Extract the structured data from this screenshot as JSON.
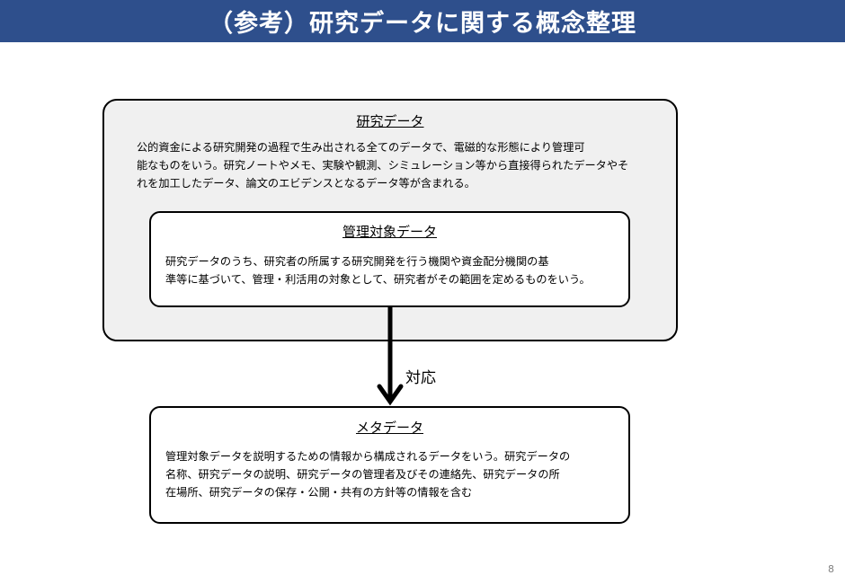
{
  "header": {
    "title": "（参考）研究データに関する概念整理"
  },
  "research_data": {
    "title": "研究データ",
    "lines": [
      "公的資金による研究開発の過程で生み出される全てのデータで、電磁的な形態により管理可",
      "能なものをいう。研究ノートやメモ、実験や観測、シミュレーション等から直接得られたデータやそ",
      "れを加工したデータ、論文のエビデンスとなるデータ等が含まれる。"
    ]
  },
  "managed_data": {
    "title": "管理対象データ",
    "lines": [
      "研究データのうち、研究者の所属する研究開発を行う機関や資金配分機関の基",
      "準等に基づいて、管理・利活用の対象として、研究者がその範囲を定めるものをいう。"
    ]
  },
  "arrow": {
    "label": "対応"
  },
  "metadata": {
    "title": "メタデータ",
    "lines": [
      "管理対象データを説明するための情報から構成されるデータをいう。研究データの",
      "名称、研究データの説明、研究データの管理者及びその連絡先、研究データの所",
      "在場所、研究データの保存・公開・共有の方針等の情報を含む"
    ]
  },
  "page_number": "8",
  "colors": {
    "header_bg": "#2e4f8c",
    "outer_box_bg": "#f0f0f0",
    "inner_box_bg": "#ffffff",
    "border": "#000000"
  }
}
